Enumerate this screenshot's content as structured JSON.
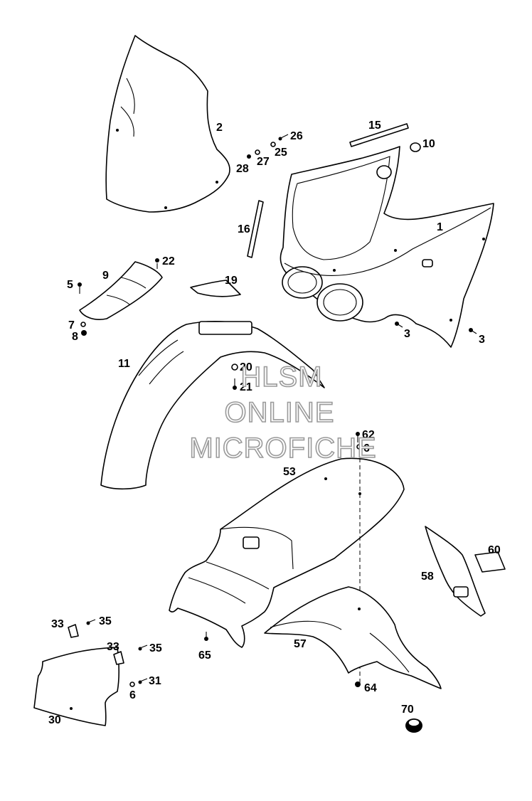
{
  "watermark": [
    "HLSM",
    "ONLINE",
    "MICROFICHE"
  ],
  "callouts": {
    "n1": "1",
    "n2": "2",
    "n3a": "3",
    "n3b": "3",
    "n5": "5",
    "n6a": "6",
    "n6b": "6",
    "n7": "7",
    "n8": "8",
    "n9": "9",
    "n10": "10",
    "n11": "11",
    "n15": "15",
    "n16": "16",
    "n19": "19",
    "n20": "20",
    "n21": "21",
    "n22": "22",
    "n25": "25",
    "n26": "26",
    "n27": "27",
    "n28": "28",
    "n30": "30",
    "n31": "31",
    "n33a": "33",
    "n33b": "33",
    "n35a": "35",
    "n35b": "35",
    "n53": "53",
    "n57": "57",
    "n58": "58",
    "n60": "60",
    "n62": "62",
    "n64": "64",
    "n65": "65",
    "n70": "70"
  }
}
